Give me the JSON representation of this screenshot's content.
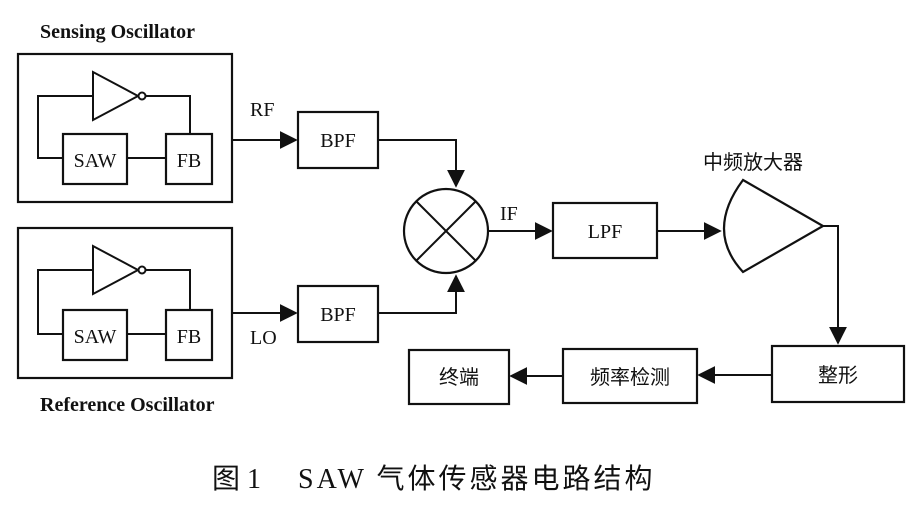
{
  "sensing_oscillator": {
    "title": "Sensing Oscillator",
    "saw_label": "SAW",
    "fb_label": "FB"
  },
  "reference_oscillator": {
    "title": "Reference Oscillator",
    "saw_label": "SAW",
    "fb_label": "FB"
  },
  "signals": {
    "rf": "RF",
    "lo": "LO",
    "if": "IF"
  },
  "blocks": {
    "bpf_top": "BPF",
    "bpf_bottom": "BPF",
    "lpf": "LPF",
    "if_amplifier": "中频放大器",
    "shaping": "整形",
    "frequency_detection": "频率检测",
    "terminal": "终端"
  },
  "caption": {
    "number": "图 1",
    "title": "SAW 气体传感器电路结构"
  }
}
